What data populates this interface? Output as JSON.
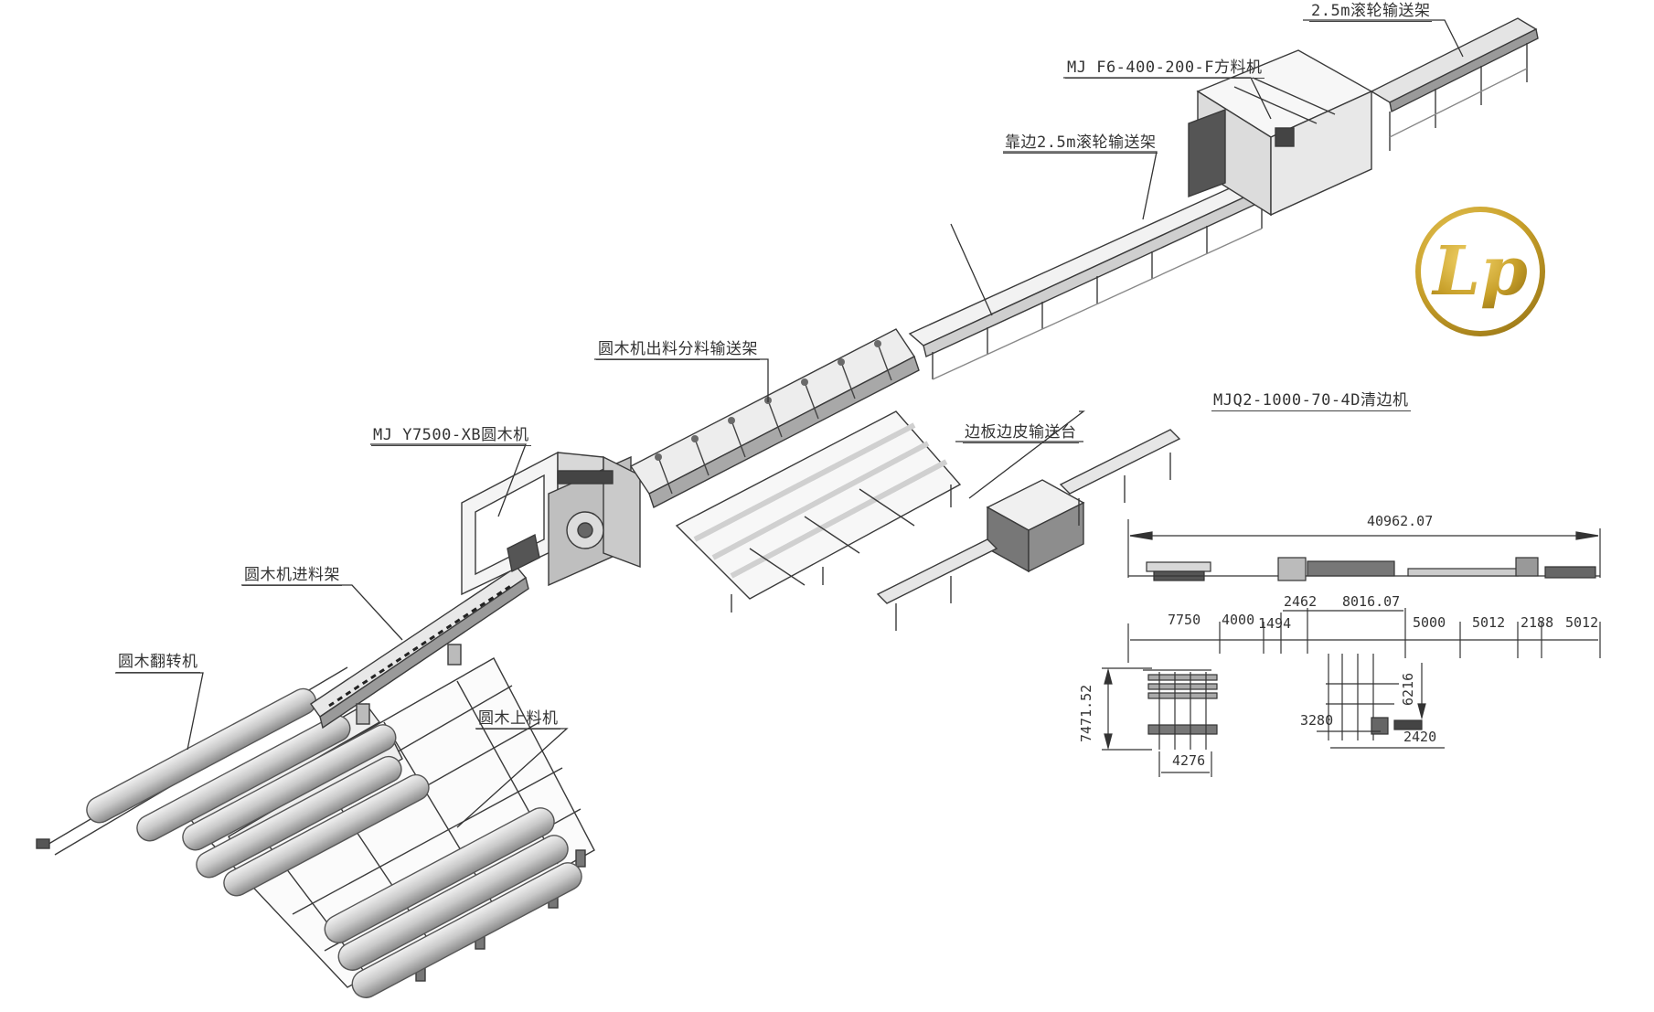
{
  "diagram": {
    "title": "Sawmill log processing production line (isometric layout)",
    "labels": {
      "roller_conveyor_2_5m": "2.5m滚轮输送架",
      "square_timber_machine": "MJ F6-400-200-F方料机",
      "edge_roller_conveyor_2_5m": "靠边2.5m滚轮输送架",
      "log_saw_outfeed_conveyor": "圆木机出料分料输送架",
      "edger": "MJQ2-1000-70-4D清边机",
      "log_saw": "MJ Y7500-XB圆木机",
      "side_board_conveyor": "边板边皮输送台",
      "log_saw_infeed": "圆木机进料架",
      "log_turner": "圆木翻转机",
      "log_loader": "圆木上料机"
    },
    "dimensions": {
      "overall_length": "40962.07",
      "segments": [
        "7750",
        "4000",
        "1494",
        "2462",
        "8016.07",
        "5000",
        "5012",
        "2188",
        "5012"
      ],
      "loader_depth": "7471.52",
      "loader_width": "4276",
      "edger_offset_vertical": "6216",
      "edger_left": "3280",
      "edger_right": "2420"
    },
    "logo": {
      "text": "Lp",
      "color": "#c8a02a"
    },
    "colors": {
      "line": "#3a3a3a",
      "machine_fill": "#e6e6e6",
      "machine_dark": "#6a6a6a",
      "log_fill": "#cfcfcf",
      "gold": "#c8a02a"
    }
  }
}
